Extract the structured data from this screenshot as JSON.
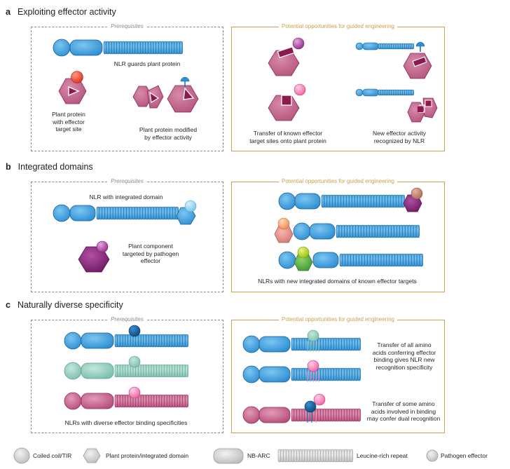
{
  "sections": [
    {
      "letter": "a",
      "title": "Exploiting effector activity"
    },
    {
      "letter": "b",
      "title": "Integrated domains"
    },
    {
      "letter": "c",
      "title": "Naturally diverse specificity"
    }
  ],
  "labels": {
    "prerequisites": "Prerequisites",
    "opportunities": "Potential opportunities for guided engineering"
  },
  "captions": {
    "a_nlr_guards": "NLR guards plant protein",
    "a_plant_target": "Plant protein\nwith effector\ntarget site",
    "a_plant_modified": "Plant protein modified\nby effector activity",
    "a_transfer": "Transfer of known effector\ntarget sites onto plant protein",
    "a_new_activity": "New effector activity\nrecognized by NLR",
    "b_nlr_integrated": "NLR with integrated domain",
    "b_plant_component": "Plant component\ntargeted by pathogen\neffector",
    "b_new_domains": "NLRs with new integrated domains of known effector targets",
    "c_diverse": "NLRs with diverse effector binding specificities",
    "c_transfer_all": "Transfer of all amino\nacids conferring effector\nbinding gives NLR new\nrecognition specificity",
    "c_transfer_some": "Transfer of some amino\nacids involved in binding\nmay confer dual recognition"
  },
  "legend": [
    {
      "label": "Coiled coil/TIR",
      "icon": "circle-icon"
    },
    {
      "label": "Plant protein/integrated domain",
      "icon": "hexagon-icon"
    },
    {
      "label": "NB-ARC",
      "icon": "rounded-rect-icon"
    },
    {
      "label": "Leucine-rich repeat",
      "icon": "lrr-icon"
    },
    {
      "label": "Pathogen effector",
      "icon": "small-circle-icon"
    }
  ],
  "colors": {
    "blue": "#4aa3df",
    "blue_dark": "#1b75bb",
    "mauve": "#c65f8a",
    "mauve_dark": "#8d2b5b",
    "purple": "#8a2a7e",
    "teal": "#8fcdbd",
    "pink": "#f28fbf",
    "gold": "#c9a24e"
  }
}
